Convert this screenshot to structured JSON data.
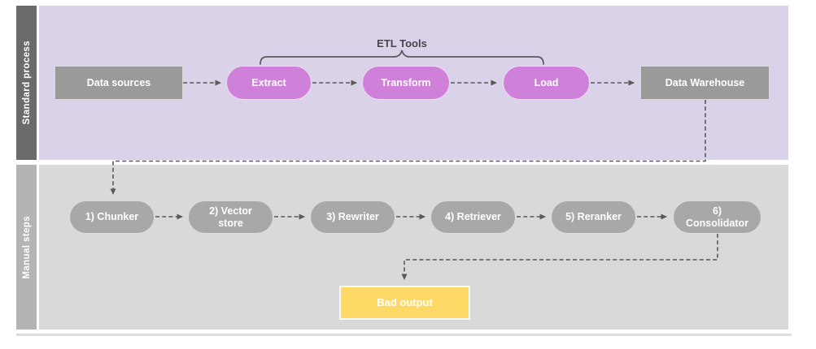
{
  "diagram": {
    "lanes": [
      {
        "label": "Standard process"
      },
      {
        "label": "Manual steps"
      }
    ],
    "etl_group_label": "ETL Tools",
    "standard_nodes": {
      "data_sources": "Data sources",
      "extract": "Extract",
      "transform": "Transform",
      "load": "Load",
      "data_warehouse": "Data Warehouse"
    },
    "manual_nodes": {
      "chunker": "1) Chunker",
      "vector_store": "2) Vector store",
      "rewriter": "3) Rewriter",
      "retriever": "4) Retriever",
      "reranker": "5) Reranker",
      "consolidator": "6) Consolidator"
    },
    "output_node": "Bad output",
    "colors": {
      "lane1_bg": "#d9d2e9",
      "lane1_label_bg": "#6b6b6b",
      "lane2_bg": "#d9d9d9",
      "lane2_label_bg": "#b4b4b4",
      "etl_pill_fill": "#cf80d8",
      "gray_node_fill": "#9a9a9a",
      "manual_pill_fill": "#a8a8a8",
      "bad_output_fill": "#ffd966",
      "connector_color": "#595959"
    }
  }
}
